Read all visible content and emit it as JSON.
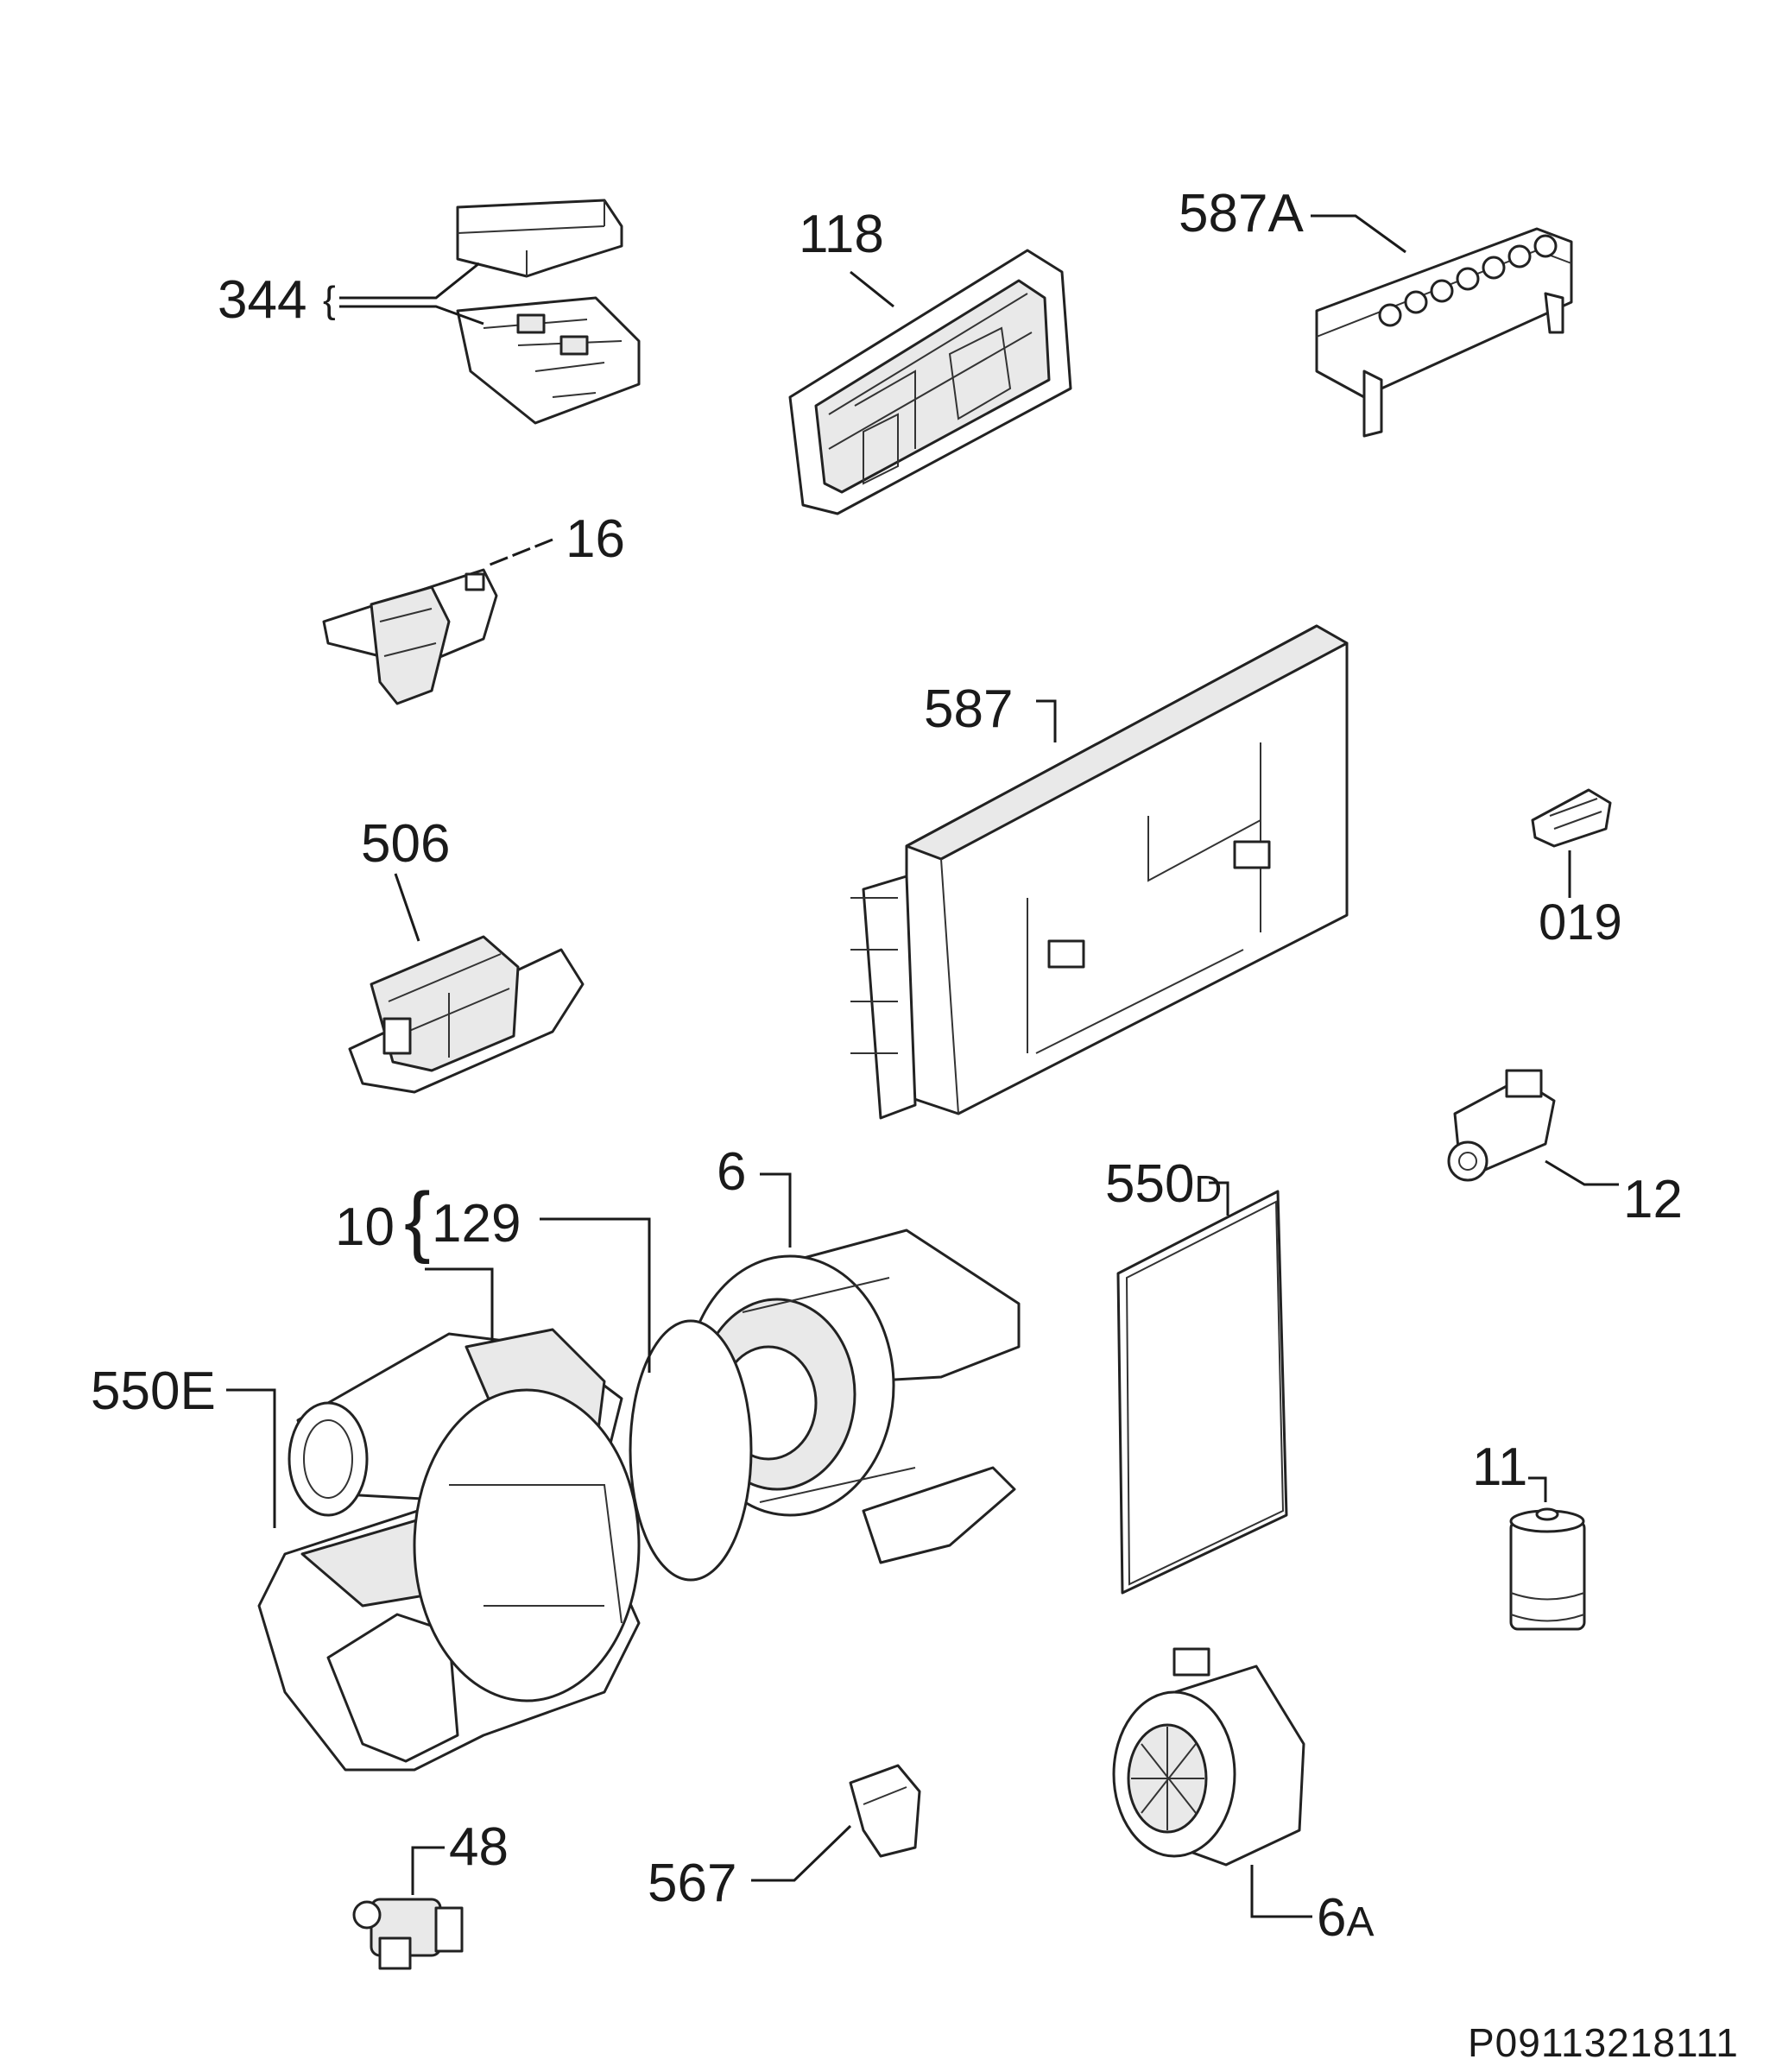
{
  "labels": {
    "p344": "344",
    "p118": "118",
    "p587A": "587A",
    "p16": "16",
    "p587": "587",
    "p506": "506",
    "p019": "019",
    "p12": "12",
    "p6": "6",
    "p10": "10",
    "p129": "129",
    "p550D_num": "550",
    "p550D_suf": "D",
    "p550E": "550E",
    "p11": "11",
    "p48": "48",
    "p567": "567",
    "p6A_num": "6",
    "p6A_suf": "A"
  },
  "drawing_code": "P09113218111"
}
